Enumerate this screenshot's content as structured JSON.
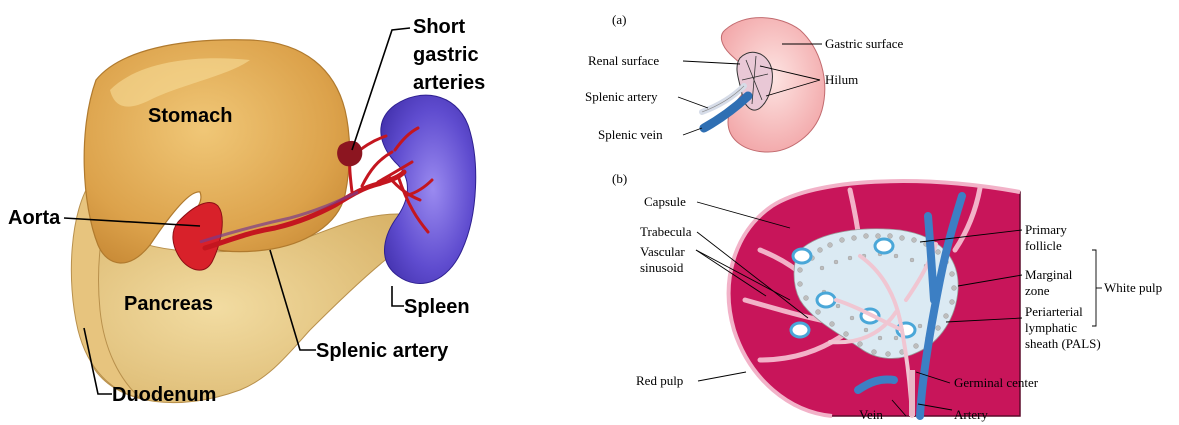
{
  "left_panel": {
    "labels": {
      "short_gastric": [
        "Short",
        "gastric",
        "arteries"
      ],
      "stomach": "Stomach",
      "aorta": "Aorta",
      "pancreas": "Pancreas",
      "spleen": "Spleen",
      "splenic_artery": "Splenic artery",
      "duodenum": "Duodenum"
    }
  },
  "right_panel": {
    "a": {
      "tag": "(a)",
      "renal_surface": "Renal surface",
      "gastric_surface": "Gastric surface",
      "hilum": "Hilum",
      "splenic_artery": "Splenic artery",
      "splenic_vein": "Splenic vein"
    },
    "b": {
      "tag": "(b)",
      "capsule": "Capsule",
      "trabecula": "Trabecula",
      "vascular_sinusoid": [
        "Vascular",
        "sinusoid"
      ],
      "primary_follicle": [
        "Primary",
        "follicle"
      ],
      "marginal_zone": [
        "Marginal",
        "zone"
      ],
      "white_pulp": "White pulp",
      "pals": [
        "Periarterial",
        "lymphatic",
        "sheath (PALS)"
      ],
      "red_pulp": "Red pulp",
      "germinal_center": "Germinal center",
      "vein": "Vein",
      "artery": "Artery"
    }
  },
  "colors": {
    "stomach": "#e3b25a",
    "pancreas": "#ead08e",
    "spleen": "#5a45c8",
    "artery_red": "#d8212a",
    "red_pulp": "#c8155a",
    "spleen_a": "#f5b7b7",
    "vein_blue": "#3c7fc4",
    "white_pulp": "#dbeaf3"
  }
}
